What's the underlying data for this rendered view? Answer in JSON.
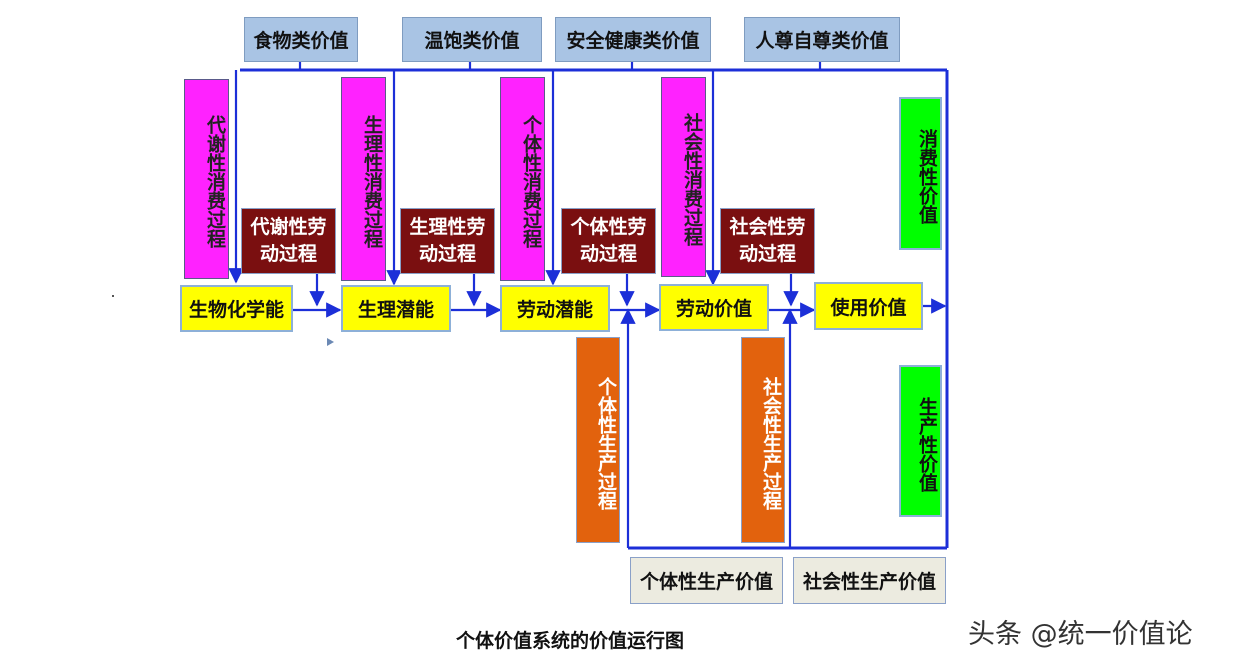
{
  "top_values": [
    "食物类价值",
    "温饱类价值",
    "安全健康类价值",
    "人尊自尊类价值"
  ],
  "consumption_processes": [
    "代谢性消费过程",
    "生理性消费过程",
    "个体性消费过程",
    "社会性消费过程"
  ],
  "labor_processes": [
    "代谢性劳动过程",
    "生理性劳动过程",
    "个体性劳动过程",
    "社会性劳动过程"
  ],
  "main_chain": [
    "生物化学能",
    "生理潜能",
    "劳动潜能",
    "劳动价值",
    "使用价值"
  ],
  "production_processes": [
    "个体性生产过程",
    "社会性生产过程"
  ],
  "right_values": [
    "消费性价值",
    "生产性价值"
  ],
  "bottom_values": [
    "个体性生产价值",
    "社会性生产价值"
  ],
  "caption": "个体价值系统的价值运行图",
  "watermark": "头条 @统一价值论",
  "colors": {
    "arrow": "#1c2fd8",
    "top_box": "#a9c4e4",
    "consumption_box": "#ff22ff",
    "labor_box": "#7a0f10",
    "chain_box": "#ffff00",
    "production_box": "#e2620d",
    "value_box": "#00ff00",
    "bottom_box": "#ecebe0"
  }
}
